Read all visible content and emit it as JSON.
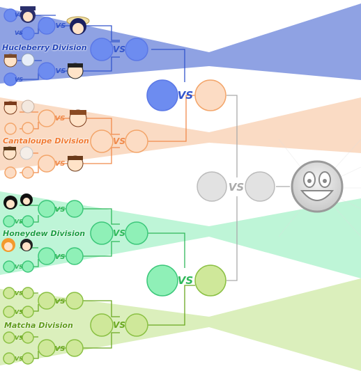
{
  "divisions": {
    "hucleberry": {
      "label": "Hucleberry Division",
      "color": "#3355cc"
    },
    "cantaloupe": {
      "label": "Cantaloupe Division",
      "color": "#f08a4b"
    },
    "honeydew": {
      "label": "Honeydew Division",
      "color": "#2fb85a"
    },
    "matcha": {
      "label": "Matcha Division",
      "color": "#6aa820"
    }
  },
  "vs_text": "VS",
  "colors": {
    "blue": "#5b78e6",
    "blue_fill": "#6d8cf0",
    "orange": "#f3a56a",
    "orange_fill": "#fcdcc4",
    "green": "#3cc77a",
    "green_fill": "#8ff0b7",
    "lime": "#8ac043",
    "lime_fill": "#cfe89a",
    "grey": "#bbbbbb",
    "grey_fill": "#e2e2e2"
  },
  "icons": {
    "trophy": "smiley-face-icon"
  }
}
